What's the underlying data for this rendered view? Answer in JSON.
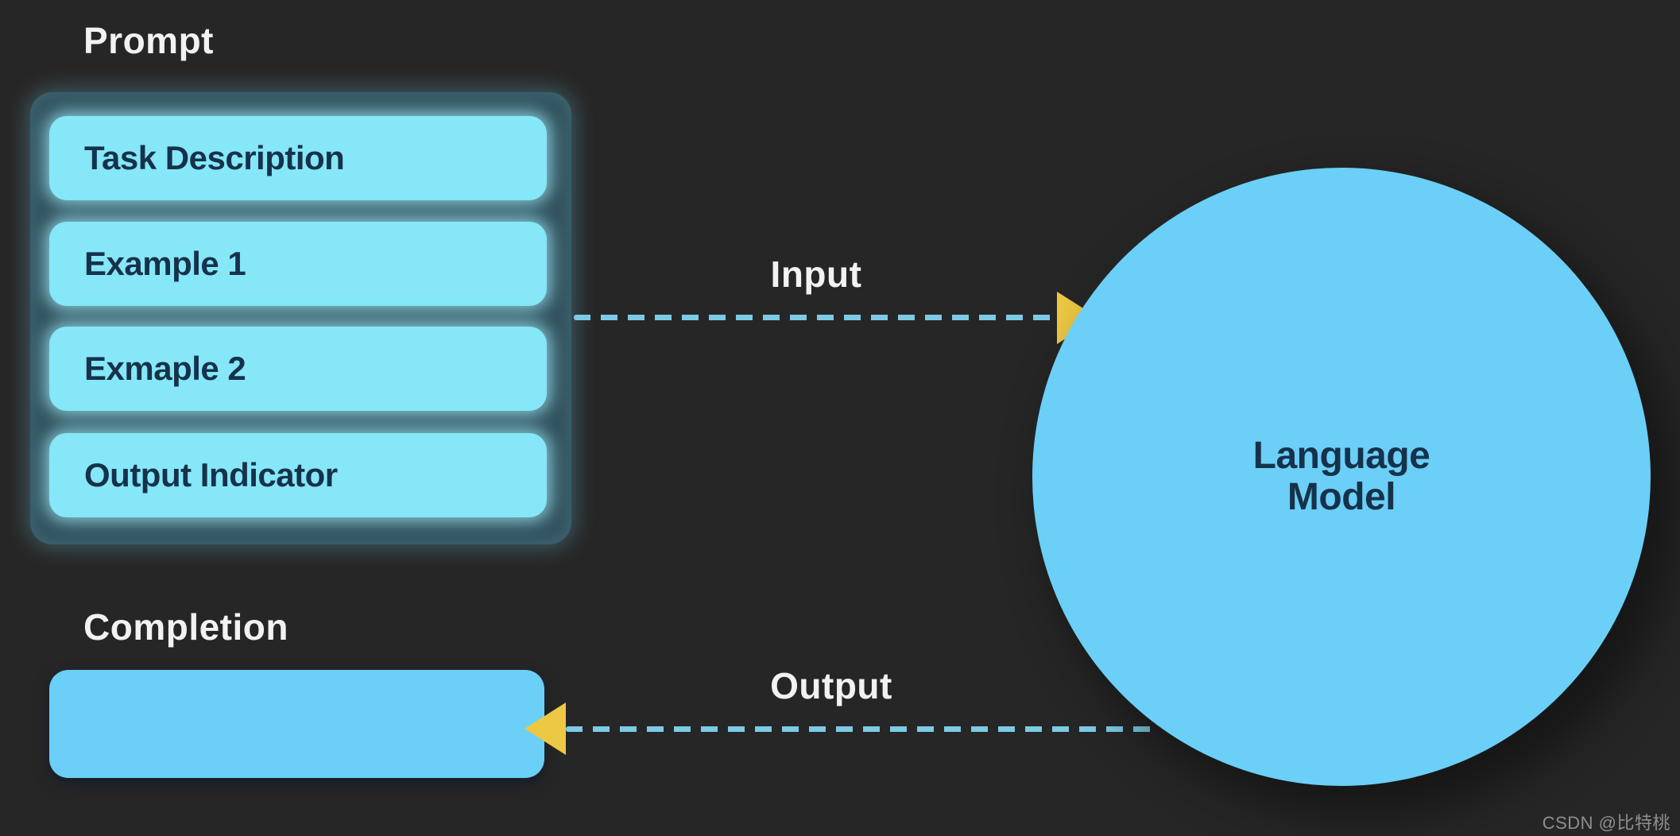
{
  "diagram": {
    "prompt": {
      "label": "Prompt",
      "boxes": [
        "Task Description",
        "Example 1",
        "Exmaple 2",
        "Output Indicator"
      ]
    },
    "completion": {
      "label": "Completion"
    },
    "language_model": {
      "line1": "Language",
      "line2": "Model"
    },
    "input_arrow_label": "Input",
    "output_arrow_label": "Output"
  },
  "watermark": "CSDN @比特桃",
  "colors": {
    "bg": "#272626",
    "panel": "#32525e",
    "cyan-box": "#85e7f8",
    "sky-blue": "#6bcff7",
    "box-text": "#16324a",
    "white-text": "#f2f2f2",
    "dash": "#7ccbe4",
    "arrow-yellow": "#edc844",
    "watermark-text": "#9b9b9b"
  }
}
